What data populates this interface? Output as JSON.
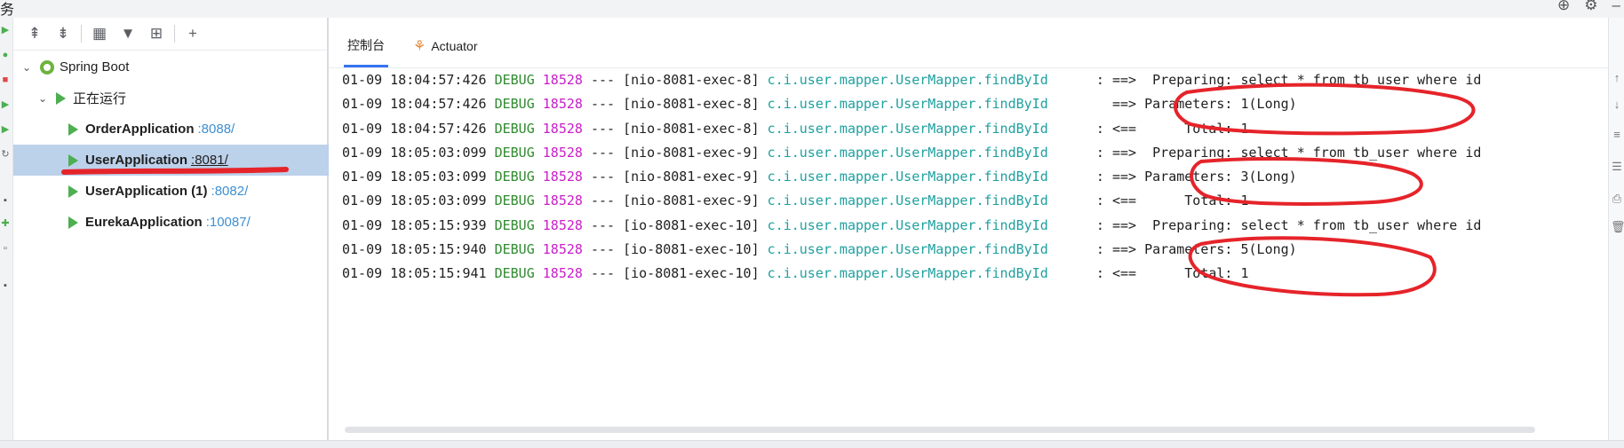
{
  "window": {
    "title": "务"
  },
  "services": {
    "toolbar": {
      "expand": "⇞",
      "collapse": "⇟",
      "group": "▦",
      "filter": "▼",
      "new_tab": "⊞",
      "add": "+"
    },
    "root": {
      "label": "Spring Boot"
    },
    "running_group": {
      "label": "正在运行"
    },
    "apps": [
      {
        "name": "OrderApplication",
        "port": ":8088/"
      },
      {
        "name": "UserApplication",
        "port": ":8081/"
      },
      {
        "name": "UserApplication (1)",
        "port": ":8082/"
      },
      {
        "name": "EurekaApplication",
        "port": ":10087/"
      }
    ]
  },
  "console": {
    "tabs": [
      {
        "label": "控制台"
      },
      {
        "label": "Actuator"
      }
    ],
    "lines": [
      {
        "ts": "01-09 18:04:57:426",
        "level": "DEBUG",
        "pid": "18528",
        "sep": "---",
        "thread": "[nio-8081-exec-8]",
        "logger": "c.i.user.mapper.UserMapper.findById",
        "msg": ": ==>  Preparing: select * from tb_user where id"
      },
      {
        "ts": "01-09 18:04:57:426",
        "level": "DEBUG",
        "pid": "18528",
        "sep": "---",
        "thread": "[nio-8081-exec-8]",
        "logger": "c.i.user.mapper.UserMapper.findById",
        "msg": "  ==> Parameters: 1(Long)"
      },
      {
        "ts": "01-09 18:04:57:426",
        "level": "DEBUG",
        "pid": "18528",
        "sep": "---",
        "thread": "[nio-8081-exec-8]",
        "logger": "c.i.user.mapper.UserMapper.findById",
        "msg": ": <==      Total: 1"
      },
      {
        "ts": "01-09 18:05:03:099",
        "level": "DEBUG",
        "pid": "18528",
        "sep": "---",
        "thread": "[nio-8081-exec-9]",
        "logger": "c.i.user.mapper.UserMapper.findById",
        "msg": ": ==>  Preparing: select * from tb_user where id"
      },
      {
        "ts": "01-09 18:05:03:099",
        "level": "DEBUG",
        "pid": "18528",
        "sep": "---",
        "thread": "[nio-8081-exec-9]",
        "logger": "c.i.user.mapper.UserMapper.findById",
        "msg": ": ==> Parameters: 3(Long)"
      },
      {
        "ts": "01-09 18:05:03:099",
        "level": "DEBUG",
        "pid": "18528",
        "sep": "---",
        "thread": "[nio-8081-exec-9]",
        "logger": "c.i.user.mapper.UserMapper.findById",
        "msg": ": <==      Total: 1"
      },
      {
        "ts": "01-09 18:05:15:939",
        "level": "DEBUG",
        "pid": "18528",
        "sep": "---",
        "thread": "[io-8081-exec-10]",
        "logger": "c.i.user.mapper.UserMapper.findById",
        "msg": ": ==>  Preparing: select * from tb_user where id"
      },
      {
        "ts": "01-09 18:05:15:940",
        "level": "DEBUG",
        "pid": "18528",
        "sep": "---",
        "thread": "[io-8081-exec-10]",
        "logger": "c.i.user.mapper.UserMapper.findById",
        "msg": ": ==> Parameters: 5(Long)"
      },
      {
        "ts": "01-09 18:05:15:941",
        "level": "DEBUG",
        "pid": "18528",
        "sep": "---",
        "thread": "[io-8081-exec-10]",
        "logger": "c.i.user.mapper.UserMapper.findById",
        "msg": ": <==      Total: 1"
      }
    ]
  },
  "colors": {
    "selection": "#bcd1ea",
    "annotation": "#e5242a",
    "level": "#2e8b2e",
    "pid": "#c81ec8",
    "logger": "#1fa0a0",
    "port": "#3d8fd1",
    "run": "#4caf50"
  }
}
